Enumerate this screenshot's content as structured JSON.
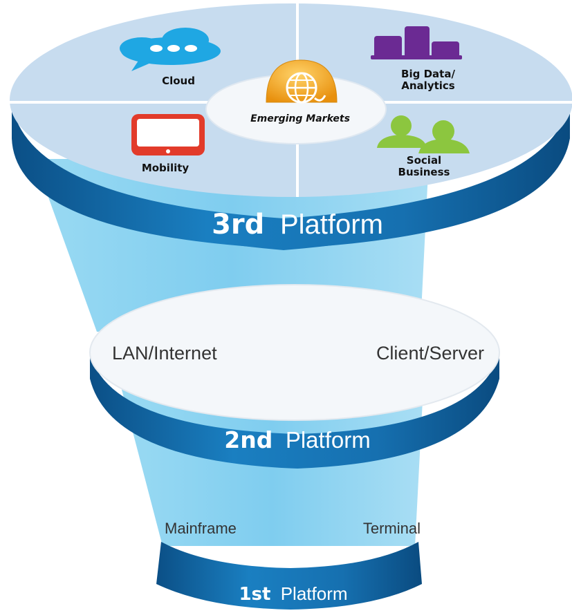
{
  "platforms": {
    "third": {
      "number": "3rd",
      "word": "Platform",
      "segments": {
        "cloud": "Cloud",
        "big_data_line1": "Big Data/",
        "big_data_line2": "Analytics",
        "mobility": "Mobility",
        "social_line1": "Social",
        "social_line2": "Business",
        "center": "Emerging Markets"
      }
    },
    "second": {
      "number": "2nd",
      "word": "Platform",
      "left": "LAN/Internet",
      "right": "Client/Server"
    },
    "first": {
      "number": "1st",
      "word": "Platform",
      "left": "Mainframe",
      "right": "Terminal"
    }
  },
  "colors": {
    "band_dark": "#0a5a96",
    "band_mid": "#1a7fc1",
    "funnel_light": "#8fd3f0",
    "disc_top": "#c7dcef",
    "white_disc": "#f4f7fa",
    "cloud_icon": "#1fa7e3",
    "bigdata_icon": "#6b2a93",
    "mobility_icon": "#e23b2a",
    "social_icon": "#8cc63f",
    "globe_icon": "#f2a51a"
  },
  "icons": {
    "cloud": "speech-cloud-icon",
    "big_data": "bar-chart-icon",
    "mobility": "tablet-icon",
    "social": "people-icon",
    "emerging": "globe-icon"
  }
}
